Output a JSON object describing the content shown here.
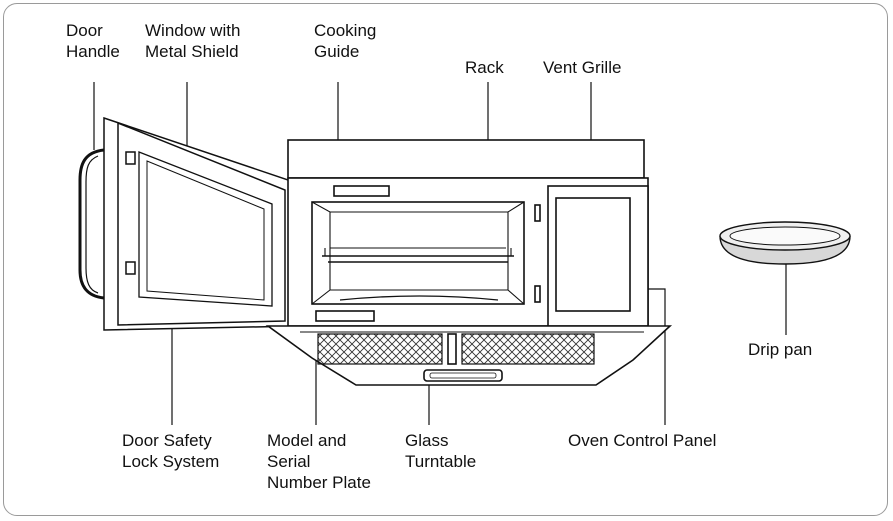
{
  "labels": {
    "door_handle": [
      "Door",
      "Handle"
    ],
    "window": [
      "Window with",
      "Metal Shield"
    ],
    "cooking_guide": [
      "Cooking",
      "Guide"
    ],
    "rack": "Rack",
    "vent_grille": "Vent Grille",
    "drip_pan": "Drip pan",
    "door_safety_lock": [
      "Door Safety",
      "Lock System"
    ],
    "model_serial_plate": [
      "Model and",
      "Serial",
      "Number Plate"
    ],
    "glass_turntable": [
      "Glass",
      "Turntable"
    ],
    "oven_control_panel": "Oven Control Panel"
  }
}
